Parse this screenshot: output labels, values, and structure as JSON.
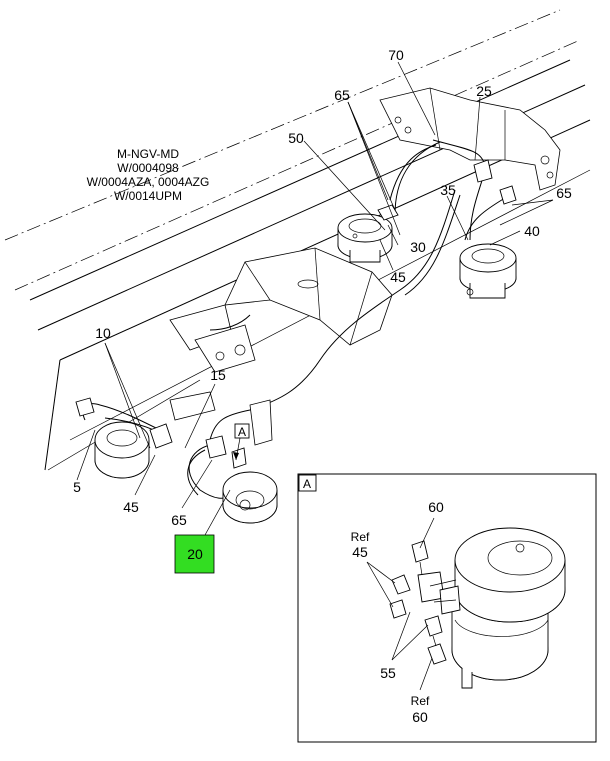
{
  "model_codes": [
    "M-NGV-MD",
    "W/0004098",
    "W/0004AZA, 0004AZG",
    "W/0014UPM"
  ],
  "callouts": {
    "c70": "70",
    "c65_top": "65",
    "c25": "25",
    "c50": "50",
    "c35": "35",
    "c65_right": "65",
    "c40": "40",
    "c30": "30",
    "c45_mid": "45",
    "c10": "10",
    "c15": "15",
    "c5": "5",
    "c45_left": "45",
    "c65_bottom": "65"
  },
  "highlight_callout": {
    "label": "20",
    "color": "#33dd22"
  },
  "view_marker": "A",
  "detail": {
    "label": "A",
    "ref_label": "Ref",
    "c60_top": "60",
    "ref45_value": "45",
    "c55": "55",
    "ref60_value": "60"
  }
}
